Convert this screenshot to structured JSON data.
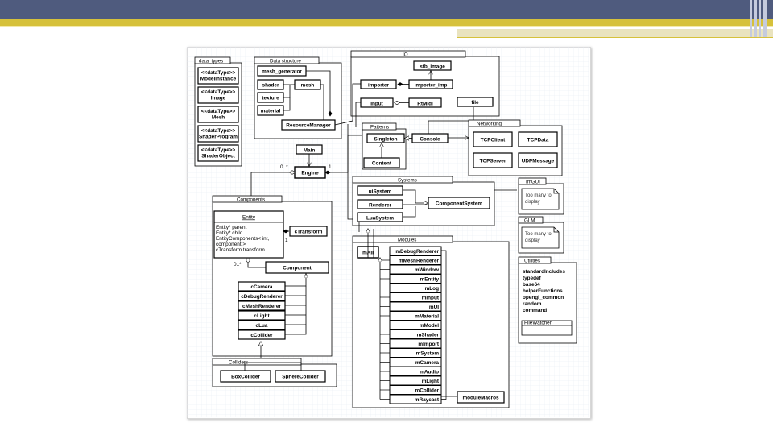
{
  "packages": {
    "data_types": {
      "title": "data_types",
      "items": [
        [
          "<<dataType>>",
          "ModelInstance"
        ],
        [
          "<<dataType>>",
          "Image"
        ],
        [
          "<<dataType>>",
          "Mesh"
        ],
        [
          "<<dataType>>",
          "ShaderProgram"
        ],
        [
          "<<dataType>>",
          "ShaderObject"
        ]
      ]
    },
    "data_structure": {
      "title": "Data structure",
      "mesh_generator": "mesh_generator",
      "shader": "shader",
      "mesh": "mesh",
      "texture": "texture",
      "material": "material",
      "resource_manager": "ResourceManager"
    },
    "io": {
      "title": "IO",
      "stb_image": "stb_image",
      "importer": "importer",
      "importer_imp": "importer_imp",
      "input": "Input",
      "rtmidi": "RtMidi",
      "file": "file"
    },
    "patterns": {
      "title": "Patterns",
      "singleton": "Singleton",
      "console": "Console",
      "content": "Content"
    },
    "networking": {
      "title": "Networking",
      "tcp_client": "TCPClient",
      "tcp_data": "TCPData",
      "tcp_server": "TCPServer",
      "udp_message": "UDPMessage"
    },
    "main": {
      "main": "Main",
      "engine": "Engine",
      "mult_zero_many": "0..*",
      "mult_one": "1"
    },
    "components": {
      "title": "Components",
      "entity": "Entity",
      "entity_attrs": [
        "Entity* parent",
        "Entity* child",
        "EntityComponents< int,",
        "component >",
        "cTransform transform"
      ],
      "ctransform": "cTransform",
      "component": "Component",
      "mult_zero_many": "0..*",
      "mult_one": "1",
      "list": [
        "cCamera",
        "cDebugRenderer",
        "cMeshRenderer",
        "cLight",
        "cLua",
        "cCollider"
      ]
    },
    "colliders": {
      "title": "Colliders",
      "box": "BoxCollider",
      "sphere": "SphereCollider"
    },
    "systems": {
      "title": "Systems",
      "ui": "uiSystem",
      "renderer": "Renderer",
      "lua": "LuaSystem",
      "component_system": "ComponentSystem"
    },
    "modules": {
      "title": "Modules",
      "mall": "mAll",
      "macros": "moduleMacros",
      "list": [
        "mDebugRenderer",
        "mMeshRenderer",
        "mWindow",
        "mEntity",
        "mLog",
        "mInput",
        "mUI",
        "mMaterial",
        "mModel",
        "mShader",
        "mImport",
        "mSystem",
        "mCamera",
        "mAudio",
        "mLight",
        "mCollider",
        "mRaycast"
      ]
    },
    "imgui": {
      "title": "ImGUI",
      "note_l1": "Too many to",
      "note_l2": "display"
    },
    "glm": {
      "title": "GLM",
      "note_l1": "Too many to",
      "note_l2": "display"
    },
    "utilities": {
      "title": "Utilities",
      "items": [
        "standardIncludes",
        "typedef",
        "base64",
        "helperFunctions",
        "opengl_common",
        "random",
        "command"
      ],
      "filewatcher": "FileWatcher"
    }
  },
  "colors": {
    "header_band": "#4f5b7e",
    "header_gold": "#d6c13b",
    "grid": "#e6eaf2"
  }
}
